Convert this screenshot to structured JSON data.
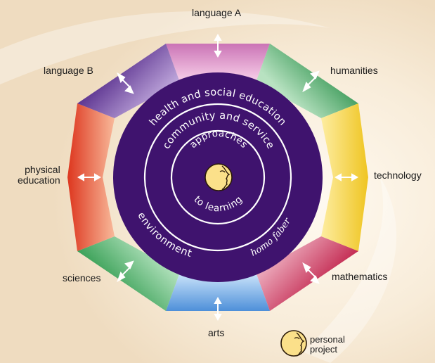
{
  "subjects": {
    "language_a": "language A",
    "humanities": "humanities",
    "technology": "technology",
    "mathematics": "mathematics",
    "arts": "arts",
    "sciences": "sciences",
    "physical_education_line1": "physical",
    "physical_education_line2": "education",
    "language_b": "language B"
  },
  "rings": {
    "health_social": "health and social education",
    "environment": "environment",
    "homo_faber": "homo faber",
    "community_service": "community and service",
    "approaches": "approaches",
    "to_learning": "to learning"
  },
  "legend": {
    "line1": "personal",
    "line2": "project"
  },
  "colors": {
    "core_purple": "#3f136e",
    "ring_white": "#ffffff",
    "face_yellow": "#fbe08a",
    "segment_language_a": "#c25aa8",
    "segment_humanities": "#1f8a3b",
    "segment_technology": "#f2cf2a",
    "segment_mathematics": "#c8294e",
    "segment_arts": "#2a7fd0",
    "segment_sciences": "#3aa257",
    "segment_physical_education": "#e2482a",
    "segment_language_b": "#5c2c8c"
  }
}
